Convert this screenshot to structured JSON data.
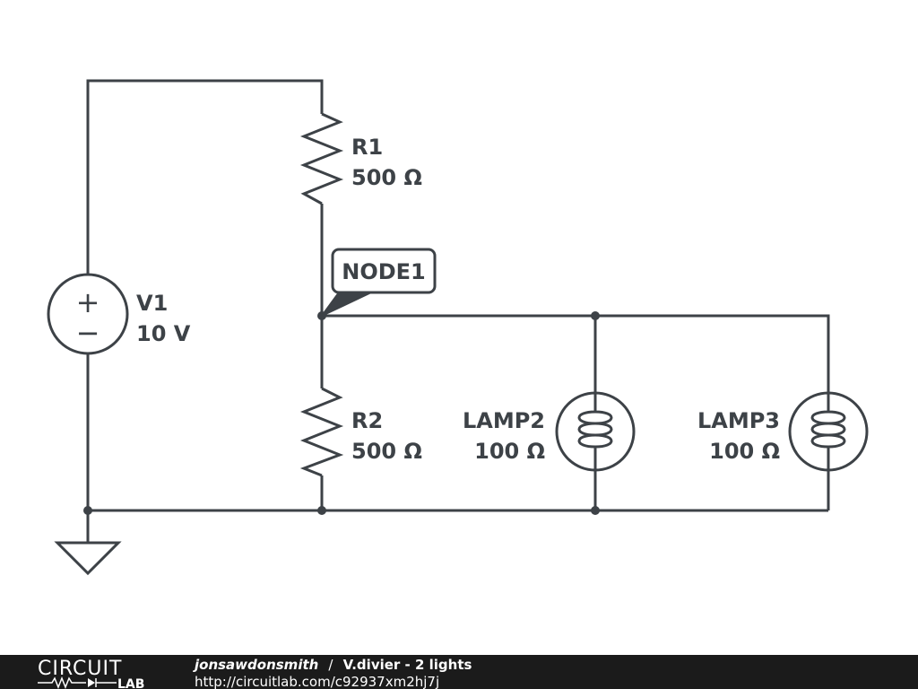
{
  "schematic": {
    "source": {
      "name": "V1",
      "value": "10 V",
      "plus": "+",
      "minus": "−"
    },
    "resistor_top": {
      "name": "R1",
      "value": "500 Ω"
    },
    "resistor_bottom": {
      "name": "R2",
      "value": "500 Ω"
    },
    "lamp_a": {
      "name": "LAMP2",
      "value": "100 Ω"
    },
    "lamp_b": {
      "name": "LAMP3",
      "value": "100 Ω"
    },
    "node_label": "NODE1"
  },
  "footer": {
    "brand_top": "CIRCUIT",
    "brand_bottom": "LAB",
    "author": "jonsawdonsmith",
    "separator": "/",
    "title": "V.divier - 2 lights",
    "url": "http://circuitlab.com/c92937xm2hj7j"
  },
  "colors": {
    "ink": "#3d4247",
    "footer_bg": "#1b1b1b",
    "footer_text": "#ffffff"
  }
}
